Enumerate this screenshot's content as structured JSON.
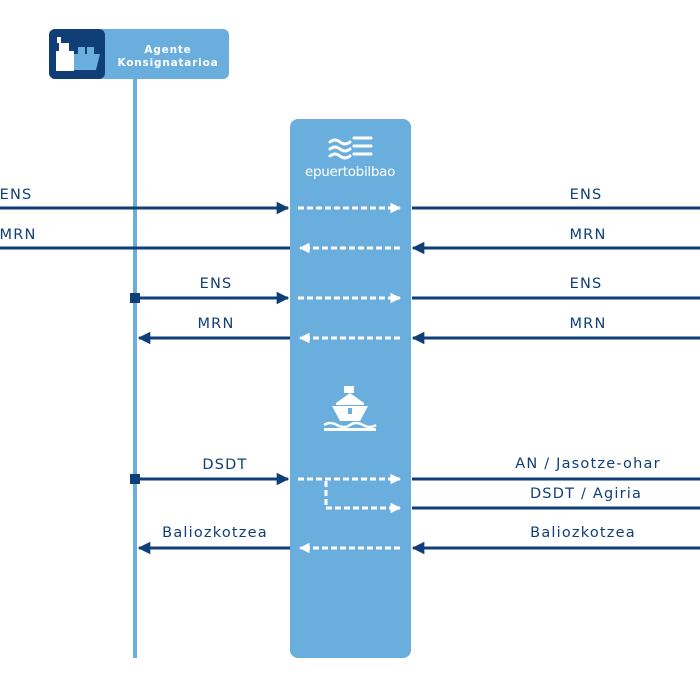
{
  "actor": {
    "label_line1": "Agente",
    "label_line2": "Konsignatarioa",
    "icon": "cargo-ship-icon"
  },
  "hub": {
    "logo_text": "epuertobilbao",
    "logo_icon": "waves-icon",
    "ship_icon": "ship-icon"
  },
  "messages": {
    "row1_left": "ENS",
    "row2_left": "MRN",
    "row1_right": "ENS",
    "row2_right": "MRN",
    "row3_left": "ENS",
    "row4_left": "MRN",
    "row3_right": "ENS",
    "row4_right": "MRN",
    "row5_left": "DSDT",
    "row5_right": "AN / Jasotze-ohar",
    "row6_right": "DSDT / Agiria",
    "row7_left": "Baliozkotzea",
    "row7_right": "Baliozkotzea"
  },
  "colors": {
    "dark_blue": "#0f3f76",
    "light_blue": "#6aaede",
    "white": "#ffffff"
  }
}
